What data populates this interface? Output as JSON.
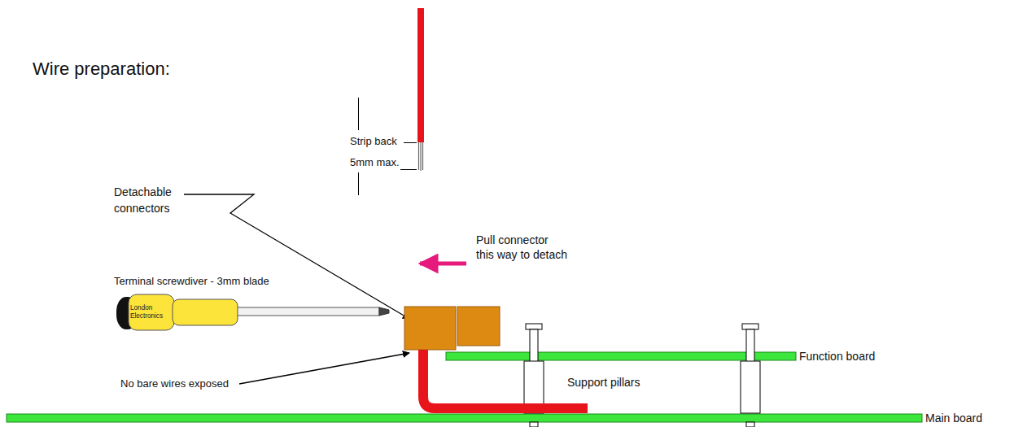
{
  "diagram": {
    "nodes": [
      {
        "text": [
          "London Electronics"
        ]
      }
    ],
    "labels": [
      "Wire preparation:",
      "Strip back 5mm max.",
      "Detachable connectors",
      "Pull connector this way to detach",
      "Terminal screwdiver - 3mm blade",
      "No bare wires exposed",
      "Support pillars",
      "Function board",
      "Main board"
    ]
  }
}
